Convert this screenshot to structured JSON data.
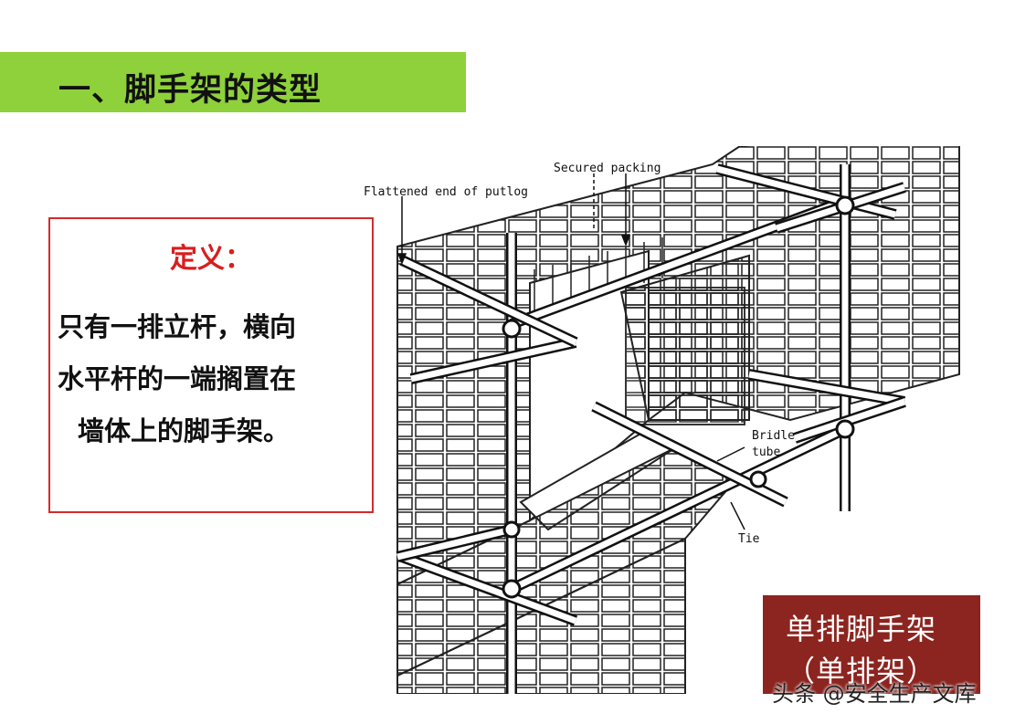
{
  "header": {
    "title": "一、脚手架的类型"
  },
  "definition": {
    "label": "定义：",
    "lines": [
      "只有一排立杆，横向",
      "水平杆的一端搁置在",
      "墙体上的脚手架。"
    ]
  },
  "figure": {
    "labels": {
      "flattened_end": "Flattened end of putlog",
      "secured_packing": "Secured packing",
      "bridle": "Bridle",
      "tube": "tube",
      "tie": "Tie"
    }
  },
  "caption": {
    "line1": "单排脚手架",
    "line2": "（单排架）"
  },
  "watermark": "头条 @安全生产文库",
  "colors": {
    "title_bar": "#8ed13a",
    "definition_border": "#d42b2b",
    "definition_label": "#d81e1e",
    "caption_bg": "#8c241f"
  }
}
